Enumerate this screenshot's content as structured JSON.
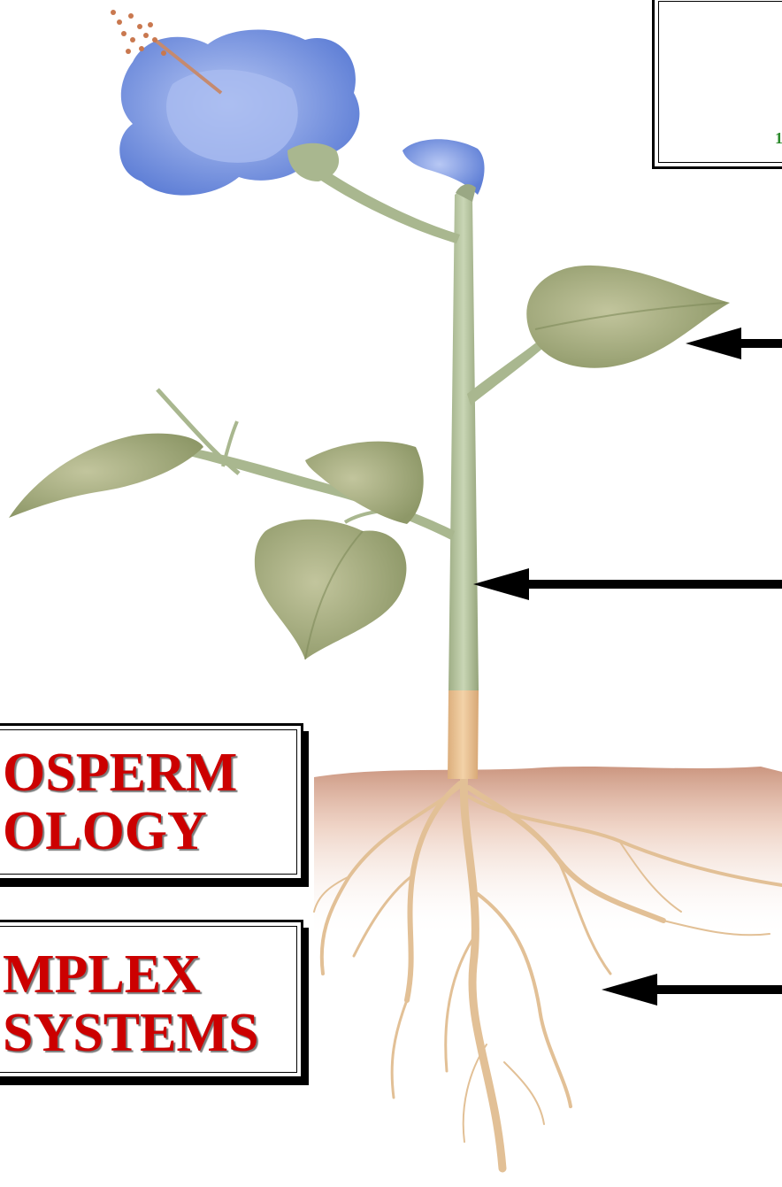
{
  "title_box": {
    "fragment": "1"
  },
  "label_boxes": [
    {
      "line1": "OSPERM",
      "line2": "OLOGY"
    },
    {
      "line1": "MPLEX",
      "line2": "SYSTEMS"
    }
  ],
  "colors": {
    "flower": "#7f96e0",
    "leaf": "#9da679",
    "stem": "#b7c59f",
    "root": "#e3c29a",
    "soil": "#cf9f87",
    "label_text": "#cc0000",
    "arrow": "#000000"
  }
}
